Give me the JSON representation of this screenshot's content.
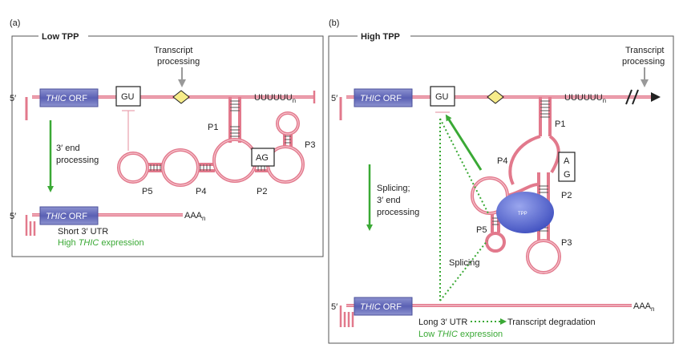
{
  "panel_a": {
    "letter": "(a)",
    "title": "Low TPP",
    "orf_italic": "THIC",
    "orf_rest": " ORF",
    "five_prime": "5′",
    "gu": "GU",
    "ag": "AG",
    "transcript_processing_1": "Transcript",
    "transcript_processing_2": "processing",
    "polyU": "UUUUUU",
    "polyU_sub": "n",
    "three_end_1": "3′ end",
    "three_end_2": "processing",
    "stems": [
      "P1",
      "P2",
      "P3",
      "P4",
      "P5"
    ],
    "five_prime_2": "5′",
    "orf2_italic": "THIC",
    "orf2_rest": " ORF",
    "aaa": "AAA",
    "aaa_sub": "n",
    "utr": "Short 3′ UTR",
    "expr_prefix": "High ",
    "expr_italic": "THIC",
    "expr_suffix": " expression"
  },
  "panel_b": {
    "letter": "(b)",
    "title": "High TPP",
    "orf_italic": "THIC",
    "orf_rest": " ORF",
    "five_prime": "5′",
    "gu": "GU",
    "ag_a": "A",
    "ag_g": "G",
    "transcript_processing_1": "Transcript",
    "transcript_processing_2": "processing",
    "polyU": "UUUUUU",
    "polyU_sub": "n",
    "splice_1": "Splicing;",
    "splice_2": "3′ end",
    "splice_3": "processing",
    "splicing": "Splicing",
    "tpp": "TPP",
    "stems": [
      "P1",
      "P2",
      "P3",
      "P4",
      "P5"
    ],
    "five_prime_2": "5′",
    "orf2_italic": "THIC",
    "orf2_rest": " ORF",
    "aaa": "AAA",
    "aaa_sub": "n",
    "utr": "Long 3′ UTR",
    "degradation": "Transcript degradation",
    "expr_prefix": "Low ",
    "expr_italic": "THIC",
    "expr_suffix": " expression"
  }
}
